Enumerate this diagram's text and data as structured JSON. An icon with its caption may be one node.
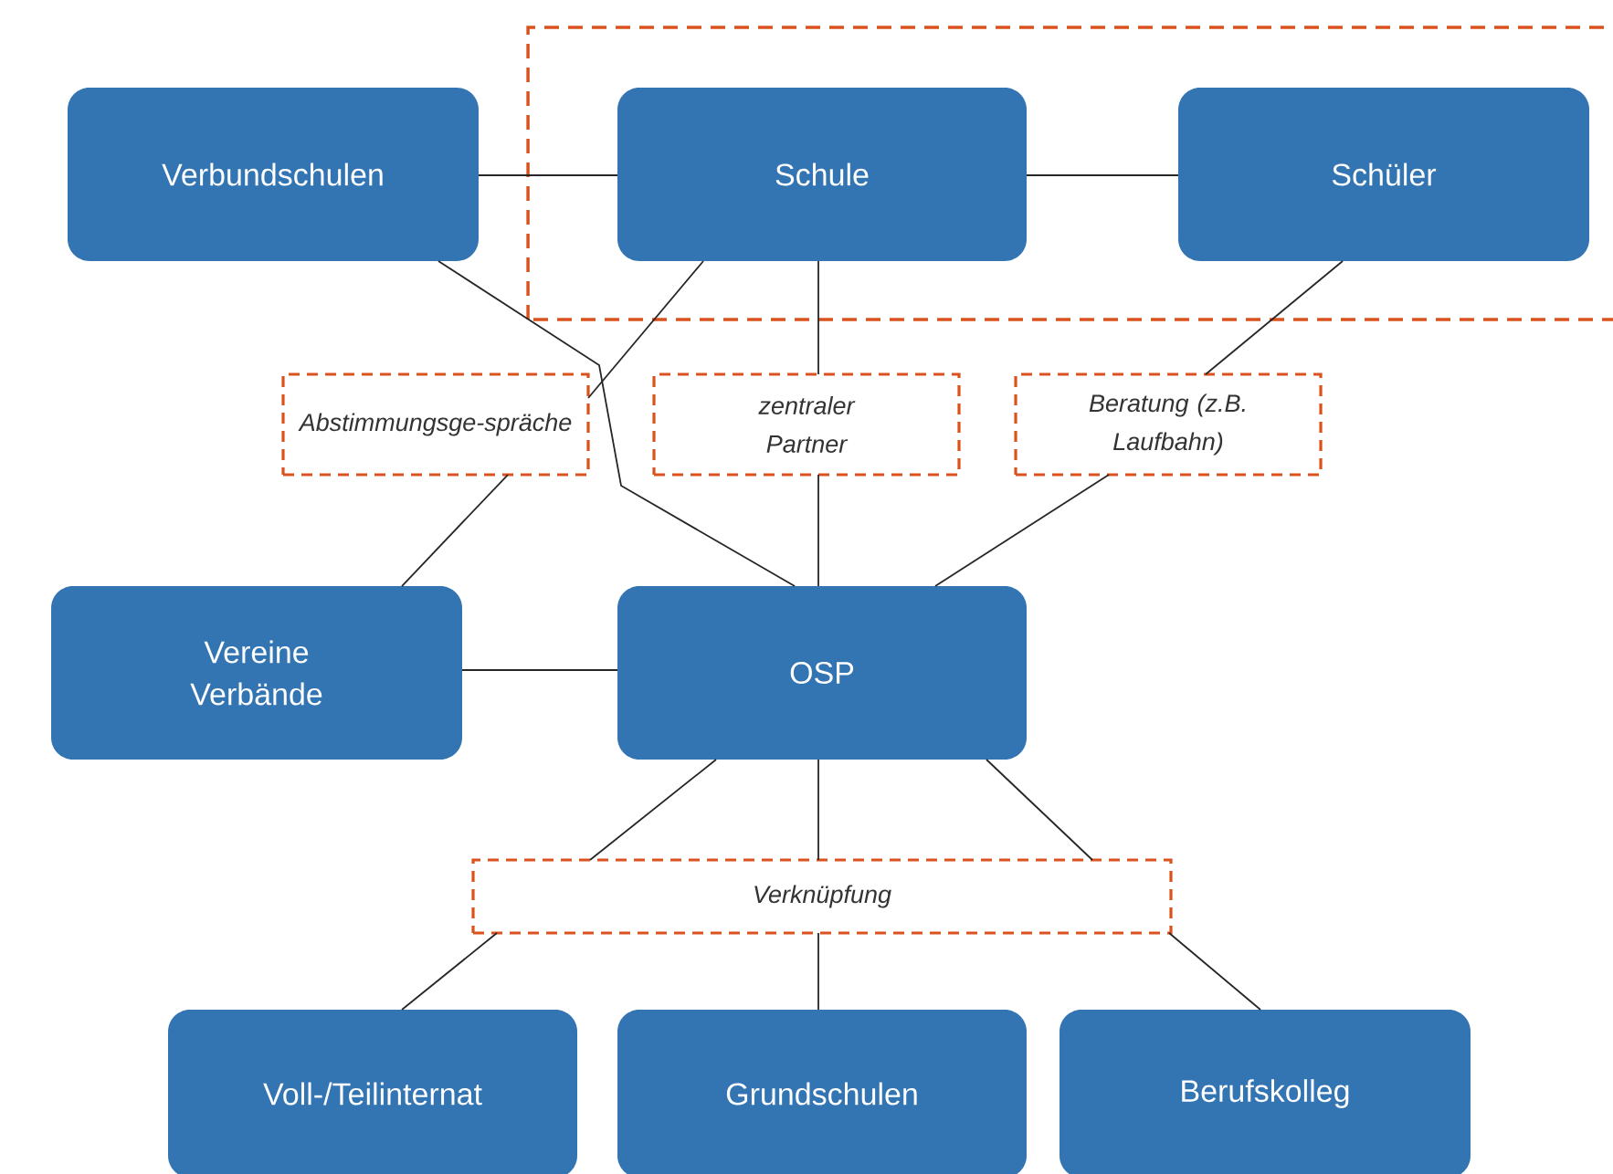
{
  "diagram": {
    "nodes": [
      {
        "text": [
          "Verbundschulen"
        ]
      },
      {
        "text": [
          "Schule"
        ]
      },
      {
        "text": [
          "Schüler"
        ]
      },
      {
        "text": [
          "Abstimmungsge-spräche"
        ]
      },
      {
        "text": [
          "zentraler Partner"
        ]
      },
      {
        "text": [
          "Beratung (z.B. Laufbahn)"
        ]
      },
      {
        "text": [
          "Vereine Verbände"
        ]
      },
      {
        "text": [
          "OSP"
        ]
      },
      {
        "text": [
          "Verknüpfung"
        ]
      },
      {
        "text": [
          "Voll-/Teilinternat"
        ]
      },
      {
        "text": [
          "Grundschulen"
        ]
      },
      {
        "text": [
          "Berufskolleg"
        ]
      }
    ],
    "edges": [
      {
        "from": 0,
        "to": 1,
        "arrow": "none"
      },
      {
        "from": 1,
        "to": 2,
        "arrow": "none"
      },
      {
        "from": 0,
        "to": 7,
        "arrow": "none"
      },
      {
        "from": 1,
        "to": 3,
        "arrow": "none"
      },
      {
        "from": 3,
        "to": 6,
        "arrow": "none"
      },
      {
        "from": 1,
        "to": 4,
        "arrow": "none"
      },
      {
        "from": 4,
        "to": 7,
        "arrow": "none"
      },
      {
        "from": 2,
        "to": 5,
        "arrow": "none"
      },
      {
        "from": 5,
        "to": 7,
        "arrow": "none"
      },
      {
        "from": 6,
        "to": 7,
        "arrow": "none"
      },
      {
        "from": 7,
        "to": 8,
        "arrow": "none"
      },
      {
        "from": 7,
        "to": 8,
        "arrow": "none"
      },
      {
        "from": 7,
        "to": 8,
        "arrow": "none"
      },
      {
        "from": 8,
        "to": 9,
        "arrow": "none"
      },
      {
        "from": 8,
        "to": 10,
        "arrow": "none"
      },
      {
        "from": 8,
        "to": 11,
        "arrow": "none"
      }
    ]
  }
}
